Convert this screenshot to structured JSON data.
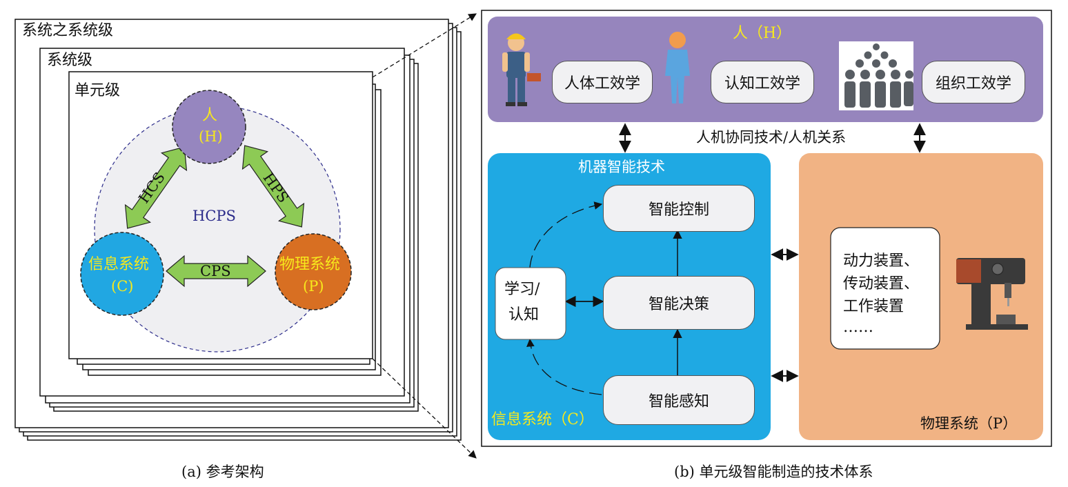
{
  "left": {
    "level_sos": "系统之系统级",
    "level_system": "系统级",
    "level_unit": "单元级",
    "human_name": "人",
    "human_code": "(H)",
    "info_name": "信息系统",
    "info_code": "(C)",
    "phys_name": "物理系统",
    "phys_code": "(P)",
    "hcs": "HCS",
    "hps": "HPS",
    "cps": "CPS",
    "center": "HCPS",
    "caption": "(a) 参考架构"
  },
  "right": {
    "human_title": "人（H）",
    "ergo_body": "人体工效学",
    "ergo_cog": "认知工效学",
    "ergo_org": "组织工效学",
    "hm_collab": "人机协同技术/人机关系",
    "mi_title": "机器智能技术",
    "smart_control": "智能控制",
    "smart_decision": "智能决策",
    "smart_sense": "智能感知",
    "learn_1": "学习/",
    "learn_2": "认知",
    "info_sys": "信息系统（C）",
    "phys_items": [
      "动力装置、",
      "传动装置、",
      "工作装置",
      "……"
    ],
    "phys_sys": "物理系统（P）",
    "caption": "(b) 单元级智能制造的技术体系"
  },
  "colors": {
    "purple": "#9685bd",
    "blue": "#1fa9e3",
    "orange": "#f1b384",
    "green": "#8dca55",
    "human_circle": "#9686bf",
    "info_circle": "#21a7e2",
    "phys_circle": "#d86f22",
    "yellow_text": "#f7e91c"
  }
}
